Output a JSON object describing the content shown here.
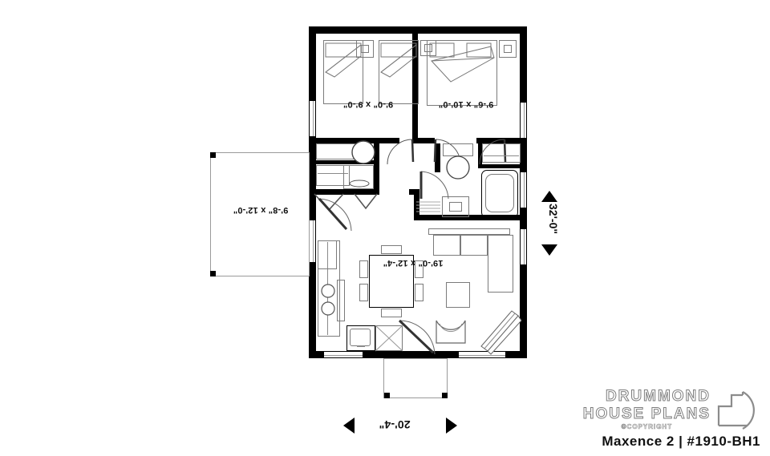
{
  "plan": {
    "title": "Maxence 2 | #1910-BH1",
    "brand_line1": "DRUMMOND",
    "brand_line2": "HOUSE PLANS",
    "brand_copyright": "©COPYRIGHT"
  },
  "dimensions": {
    "overall_width": "20'-4\"",
    "overall_depth": "32'-0\""
  },
  "rooms": [
    {
      "id": "bedroom-2",
      "label": "9'-0\" x 9'-0\""
    },
    {
      "id": "bedroom-1",
      "label": "9'-6\" x 10'-0\""
    },
    {
      "id": "living-dining",
      "label": "19'-0\" x 12'-4\""
    },
    {
      "id": "garage-option",
      "label": "9'-8\" x 12'-0\""
    }
  ]
}
